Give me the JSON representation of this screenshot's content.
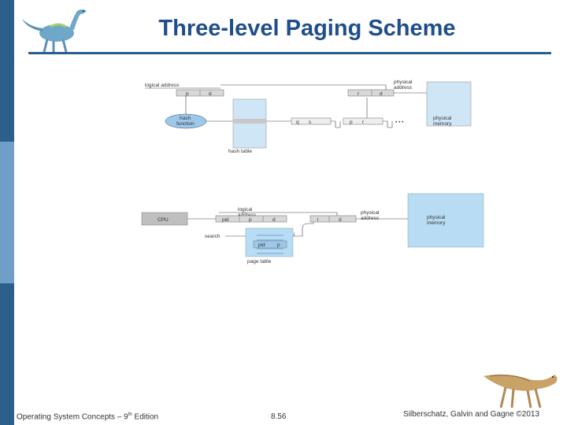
{
  "title": "Three-level Paging Scheme",
  "colors": {
    "accent": "#1f4e8a",
    "sidebar_dark": "#2d5f8d",
    "sidebar_light": "#6f9fc9",
    "box_fill": "#cfe6f7"
  },
  "figure_top": {
    "logical_address": "logical address",
    "p": "p",
    "d": "d",
    "hash_function": [
      "hash",
      "function"
    ],
    "hash_table": "hash table",
    "chain": [
      "q",
      "s",
      "p",
      "r"
    ],
    "chain_more": "• • •",
    "r": "r",
    "physical_address": [
      "physical",
      "address"
    ],
    "physical_memory": [
      "physical",
      "memory"
    ]
  },
  "figure_bottom": {
    "cpu": "CPU",
    "logical_address": [
      "logical",
      "address"
    ],
    "pid": "pid",
    "p": "p",
    "d": "d",
    "i": "i",
    "physical_address": [
      "physical",
      "address"
    ],
    "search": "search",
    "page_table": "page table",
    "physical_memory": [
      "physical",
      "memory"
    ]
  },
  "footer": {
    "left_before": "Operating System Concepts – 9",
    "left_sup": "th",
    "left_after": " Edition",
    "page": "8.56",
    "right": "Silberschatz, Galvin and Gagne ©2013"
  }
}
